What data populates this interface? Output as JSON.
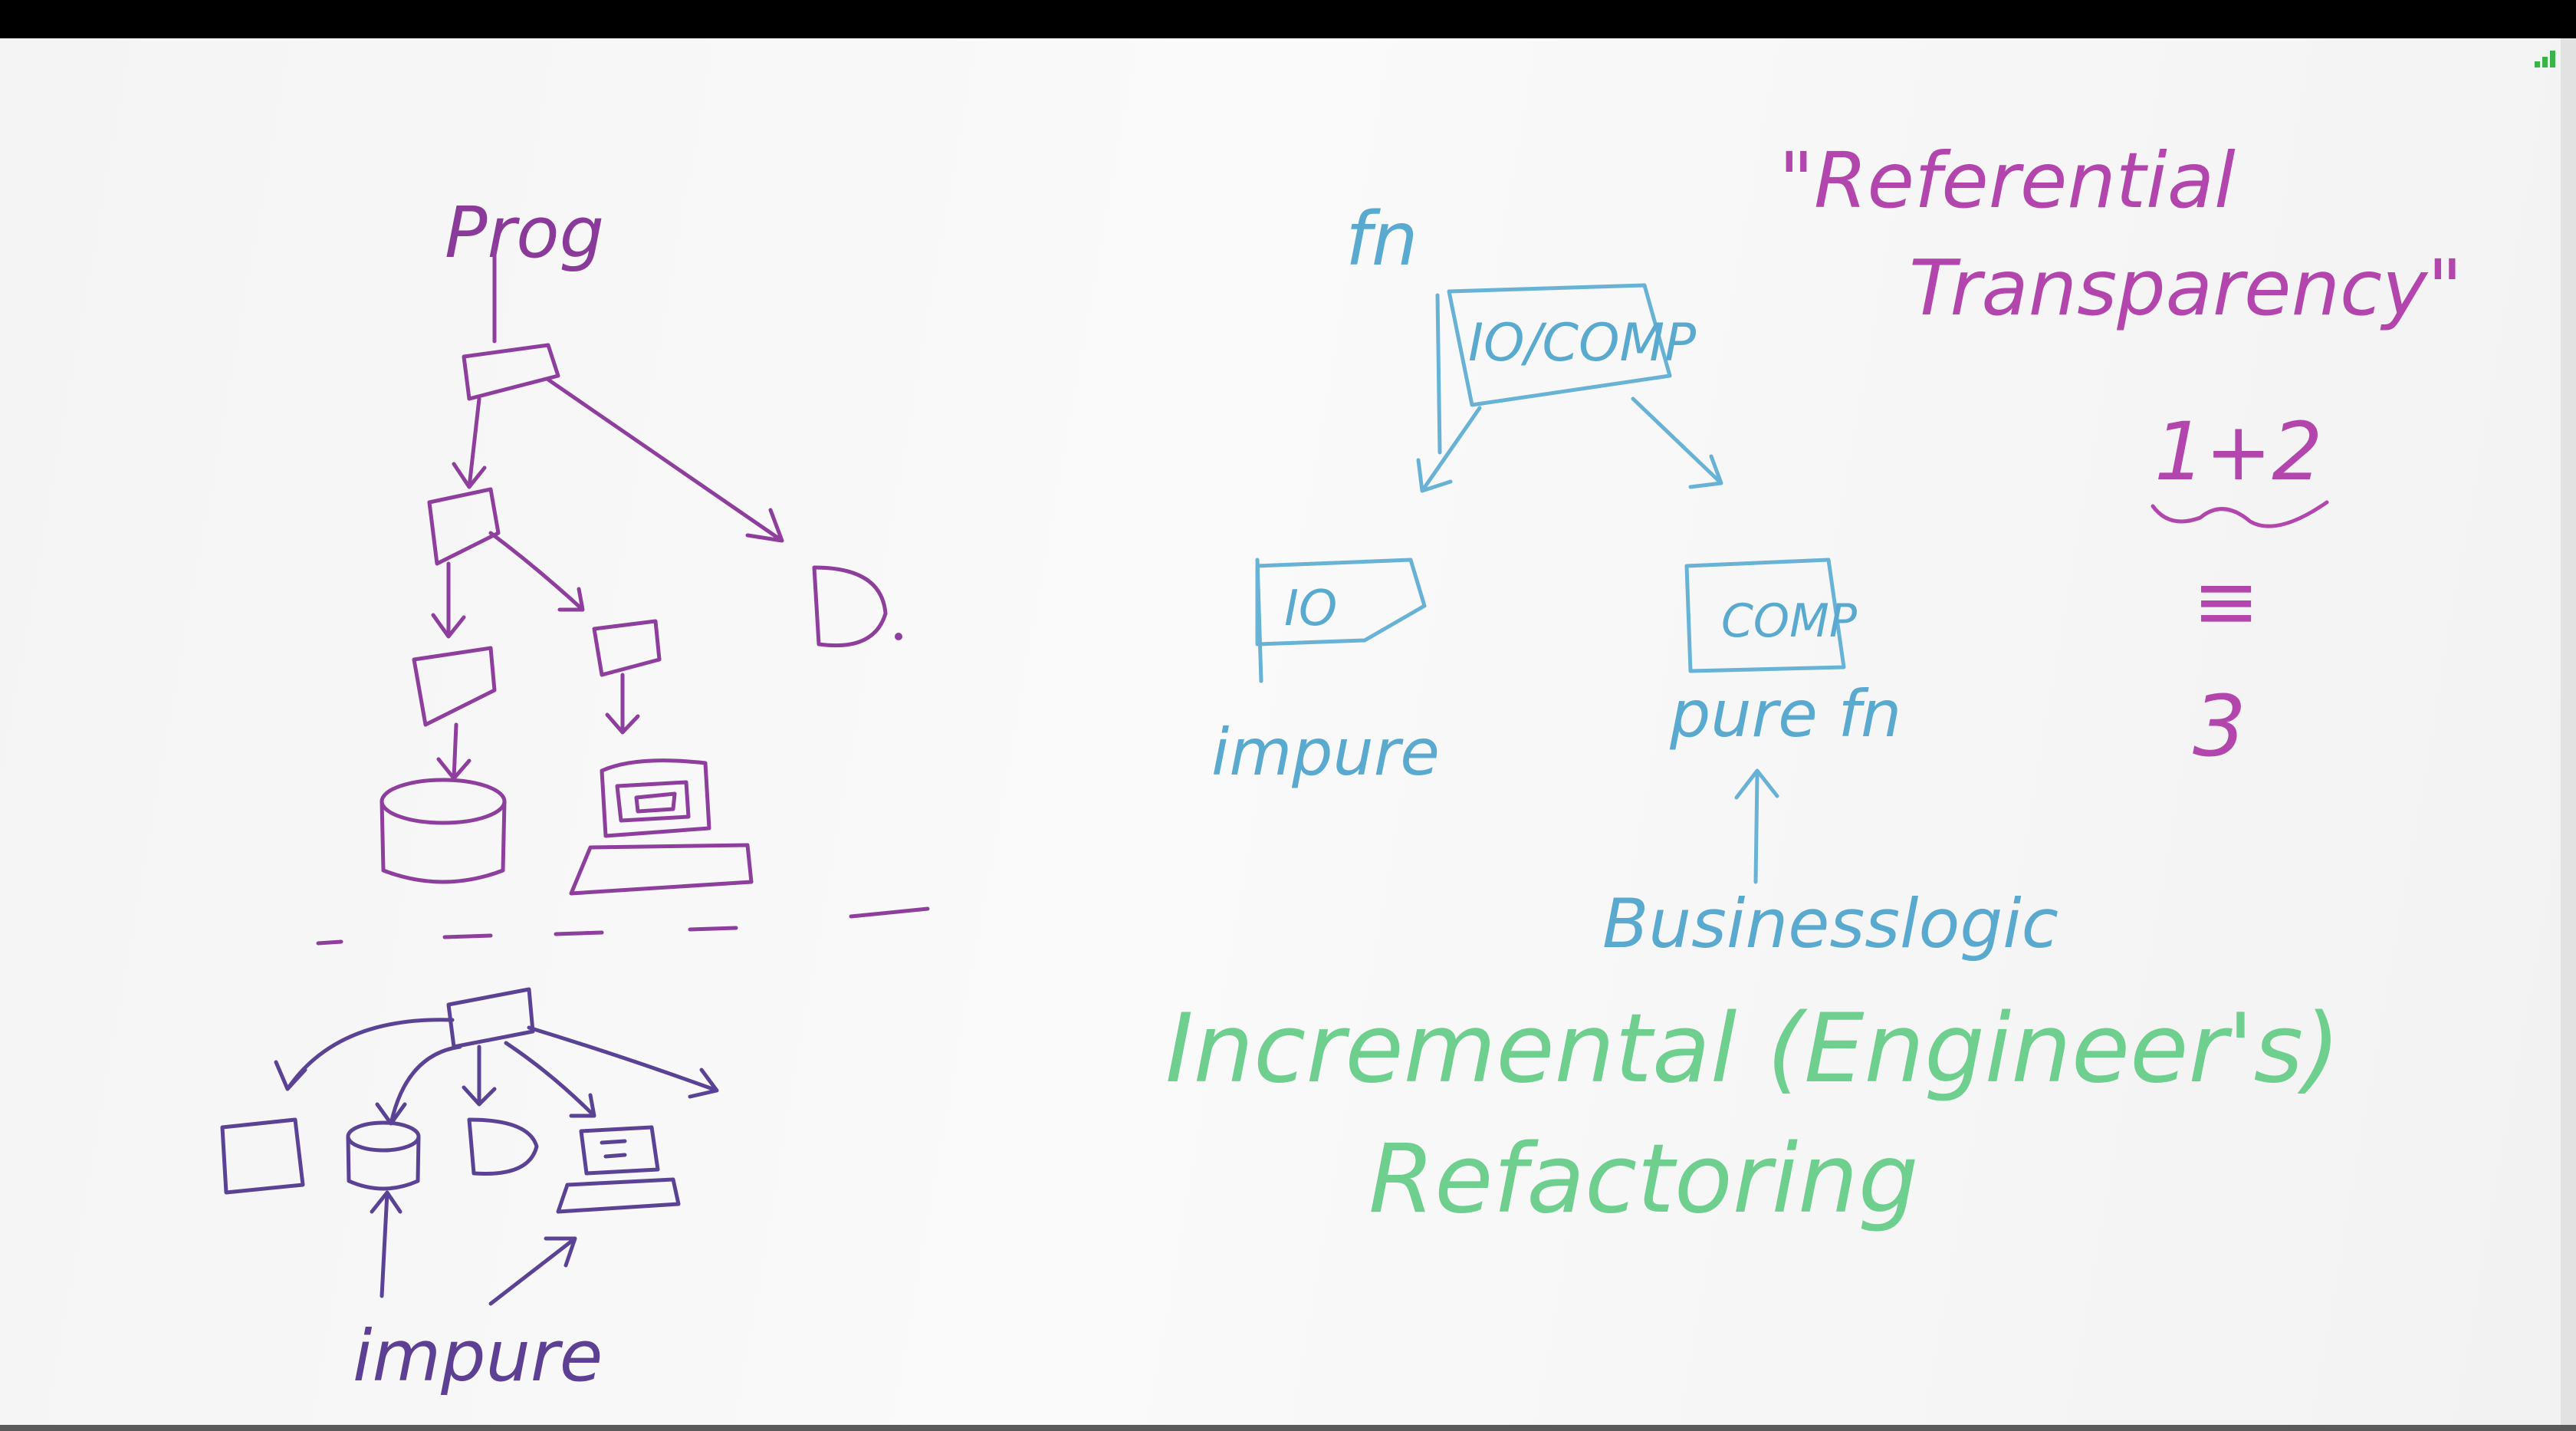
{
  "whiteboard": {
    "left_diagram": {
      "prog_label": "Prog",
      "impure_label": "impure"
    },
    "center_diagram": {
      "fn_label": "fn",
      "io_comp_label": "IO/COMP",
      "io_label": "IO",
      "comp_label": "COMP",
      "impure_label": "impure",
      "pure_fn_label": "pure fn",
      "business_logic_label": "Businesslogic",
      "refactoring_line1": "Incremental (Engineer's)",
      "refactoring_line2": "Refactoring"
    },
    "right_notes": {
      "title_line1": "\"Referential",
      "title_line2": "Transparency\"",
      "expr": "1+2",
      "equiv": "≡",
      "result": "3"
    }
  },
  "overlay": {
    "signal_icon": "signal-bars-icon"
  }
}
